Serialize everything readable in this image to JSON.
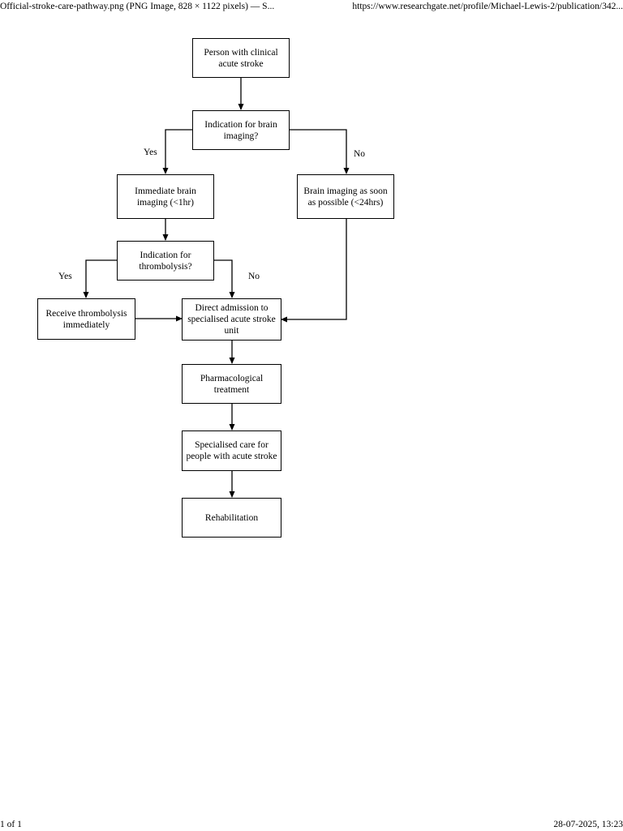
{
  "print_header": {
    "title": "Official-stroke-care-pathway.png (PNG Image, 828 × 1122 pixels) — S...",
    "url": "https://www.researchgate.net/profile/Michael-Lewis-2/publication/342..."
  },
  "print_footer": {
    "page": "1 of 1",
    "datetime": "28-07-2025, 13:23"
  },
  "flowchart": {
    "nodes": {
      "person": "Person with clinical acute stroke",
      "indication_imaging": "Indication for brain imaging?",
      "immediate_imaging": "Immediate brain imaging (<1hr)",
      "imaging_asap": "Brain imaging as soon as possible (<24hrs)",
      "indication_thrombolysis": "Indication for thrombolysis?",
      "receive_thrombolysis": "Receive thrombolysis immediately",
      "direct_admission": "Direct admission to specialised acute stroke unit",
      "pharmacological": "Pharmacological treatment",
      "specialised_care": "Specialised care for people with acute stroke",
      "rehabilitation": "Rehabilitation"
    },
    "edge_labels": {
      "imaging_yes": "Yes",
      "imaging_no": "No",
      "thrombolysis_yes": "Yes",
      "thrombolysis_no": "No"
    }
  }
}
